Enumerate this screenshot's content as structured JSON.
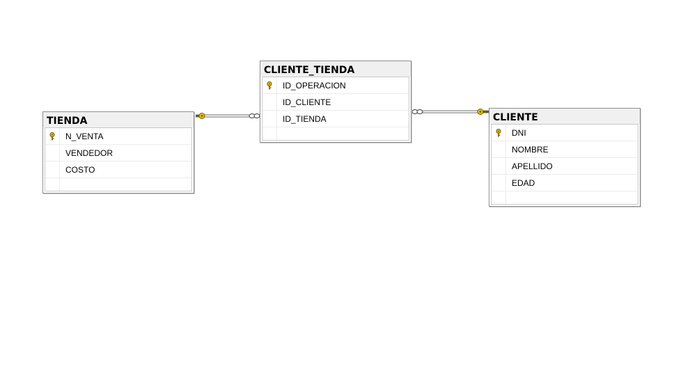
{
  "tables": {
    "tienda": {
      "title": "TIENDA",
      "columns": [
        {
          "name": "N_VENTA",
          "primary_key": true
        },
        {
          "name": "VENDEDOR",
          "primary_key": false
        },
        {
          "name": "COSTO",
          "primary_key": false
        }
      ]
    },
    "cliente_tienda": {
      "title": "CLIENTE_TIENDA",
      "columns": [
        {
          "name": "ID_OPERACION",
          "primary_key": true
        },
        {
          "name": "ID_CLIENTE",
          "primary_key": false
        },
        {
          "name": "ID_TIENDA",
          "primary_key": false
        }
      ]
    },
    "cliente": {
      "title": "CLIENTE",
      "columns": [
        {
          "name": "DNI",
          "primary_key": true
        },
        {
          "name": "NOMBRE",
          "primary_key": false
        },
        {
          "name": "APELLIDO",
          "primary_key": false
        },
        {
          "name": "EDAD",
          "primary_key": false
        }
      ]
    }
  },
  "relationships": [
    {
      "from": "TIENDA",
      "from_end": "one-key",
      "to": "CLIENTE_TIENDA",
      "to_end": "many-infinity"
    },
    {
      "from": "CLIENTE",
      "from_end": "one-key",
      "to": "CLIENTE_TIENDA",
      "to_end": "many-infinity"
    }
  ],
  "icons": {
    "primary_key": "key-icon"
  },
  "colors": {
    "key": "#f2c200",
    "line": "#6d6d6d",
    "header_bg": "#f0f0f0"
  }
}
